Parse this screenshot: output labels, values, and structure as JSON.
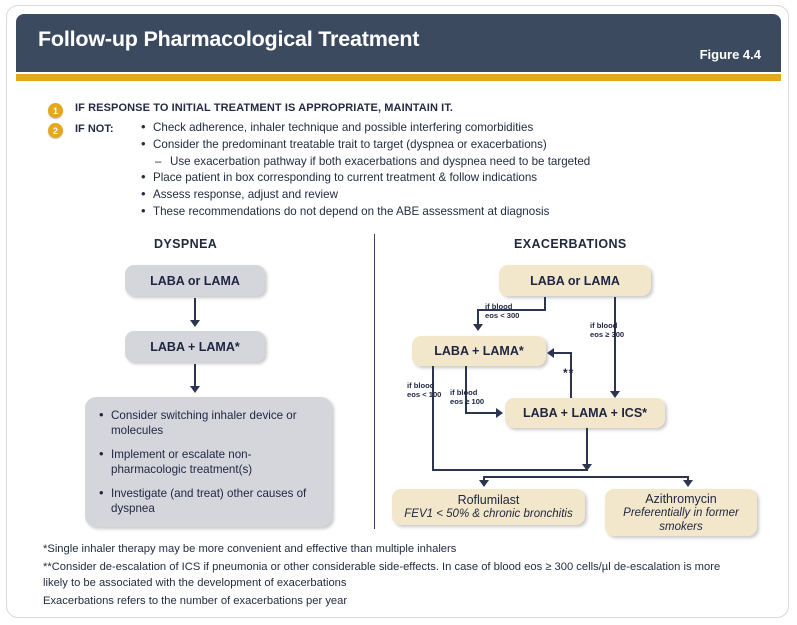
{
  "header": {
    "title": "Follow-up Pharmacological Treatment",
    "figure_label": "Figure 4.4",
    "bar_color": "#e5a81c",
    "bg_color": "#3c4a60"
  },
  "intro": {
    "items": [
      {
        "number": "1",
        "text": "IF RESPONSE TO INITIAL TREATMENT IS APPROPRIATE, MAINTAIN IT."
      },
      {
        "number": "2",
        "text": "IF NOT:"
      }
    ],
    "bullets": [
      "Check adherence, inhaler technique and possible interfering comorbidities",
      "Consider the predominant treatable trait to target (dyspnea or exacerbations)",
      "Place patient in box corresponding to current treatment & follow indications",
      "Assess response, adjust and review",
      "These recommendations do not depend on the ABE assessment at diagnosis"
    ],
    "sub_bullet": "Use exacerbation pathway if both exacerbations and dyspnea need to be targeted"
  },
  "columns": {
    "dyspnea": {
      "heading": "DYSPNEA",
      "box_color": "#d5d6dc",
      "nodes": [
        {
          "label": "LABA or LAMA"
        },
        {
          "label": "LABA + LAMA*"
        }
      ],
      "info_bullets": [
        "Consider switching inhaler device or molecules",
        "Implement or escalate non-pharmacologic treatment(s)",
        "Investigate (and treat) other causes of dyspnea"
      ]
    },
    "exacerbations": {
      "heading": "EXACERBATIONS",
      "box_color": "#f3e7cb",
      "nodes": [
        {
          "label": "LABA or LAMA"
        },
        {
          "label": "LABA + LAMA*"
        },
        {
          "label": "LABA + LAMA + ICS*"
        }
      ],
      "edge_labels": [
        "if blood\neos < 300",
        "if blood\neos ≥ 300",
        "if blood\neos < 100",
        "if blood\neos ≥ 100"
      ],
      "edge_eos_lt_300_l1": "if blood",
      "edge_eos_lt_300_l2": "eos < 300",
      "edge_eos_ge_300_l1": "if blood",
      "edge_eos_ge_300_l2": "eos ≥ 300",
      "edge_eos_lt_100_l1": "if blood",
      "edge_eos_lt_100_l2": "eos < 100",
      "edge_eos_ge_100_l1": "if blood",
      "edge_eos_ge_100_l2": "eos ≥ 100",
      "deescalation_marker": "**",
      "outcomes": [
        {
          "name": "Roflumilast",
          "detail": "FEV1 < 50% & chronic bronchitis"
        },
        {
          "name": "Azithromycin",
          "detail": "Preferentially in former smokers"
        }
      ]
    }
  },
  "footnotes": {
    "single_star": "*Single inhaler therapy may be more convenient and effective than multiple inhalers",
    "double_star": "**Consider de-escalation of ICS if pneumonia or other considerable side-effects. In case of blood eos ≥ 300 cells/µl de-escalation is more likely to be associated with the development of exacerbations",
    "note": "Exacerbations refers to the number of exacerbations per year"
  }
}
